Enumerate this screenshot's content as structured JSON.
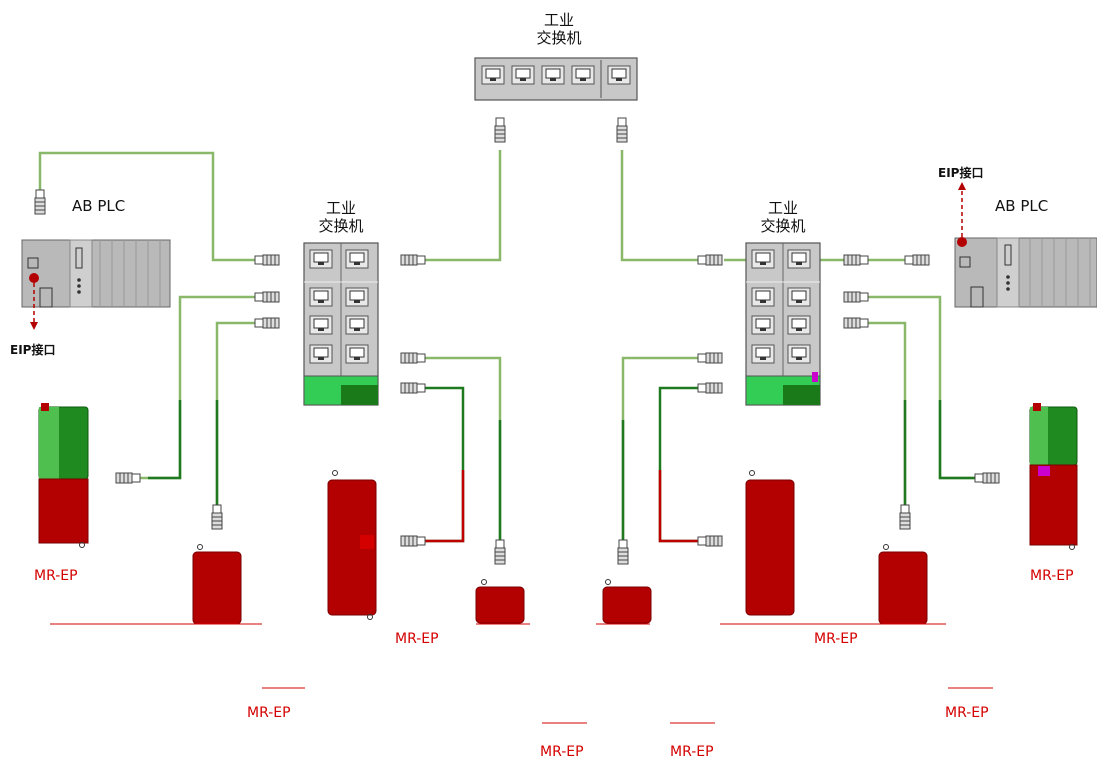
{
  "switches": {
    "top": {
      "line1": "工业",
      "line2": "交换机"
    },
    "left": {
      "line1": "工业",
      "line2": "交换机"
    },
    "right": {
      "line1": "工业",
      "line2": "交换机"
    }
  },
  "plcs": {
    "left": {
      "label": "AB PLC",
      "port_label": "EIP接口"
    },
    "right": {
      "label": "AB PLC",
      "port_label": "EIP接口"
    }
  },
  "drives": [
    {
      "label": "MR-EP"
    },
    {
      "label": "MR-EP"
    },
    {
      "label": "MR-EP"
    },
    {
      "label": "MR-EP"
    },
    {
      "label": "MR-EP"
    },
    {
      "label": "MR-EP"
    },
    {
      "label": "MR-EP"
    },
    {
      "label": "MR-EP"
    }
  ],
  "colors": {
    "cable_green": "#8ab86b",
    "cable_dark_green": "#1f7a1f",
    "cable_red": "#c00000",
    "drive_red": "#b30000",
    "switch_gray": "#c8c8c8",
    "plc_gray": "#b9b9b9",
    "port_arrow": "#b30000"
  }
}
